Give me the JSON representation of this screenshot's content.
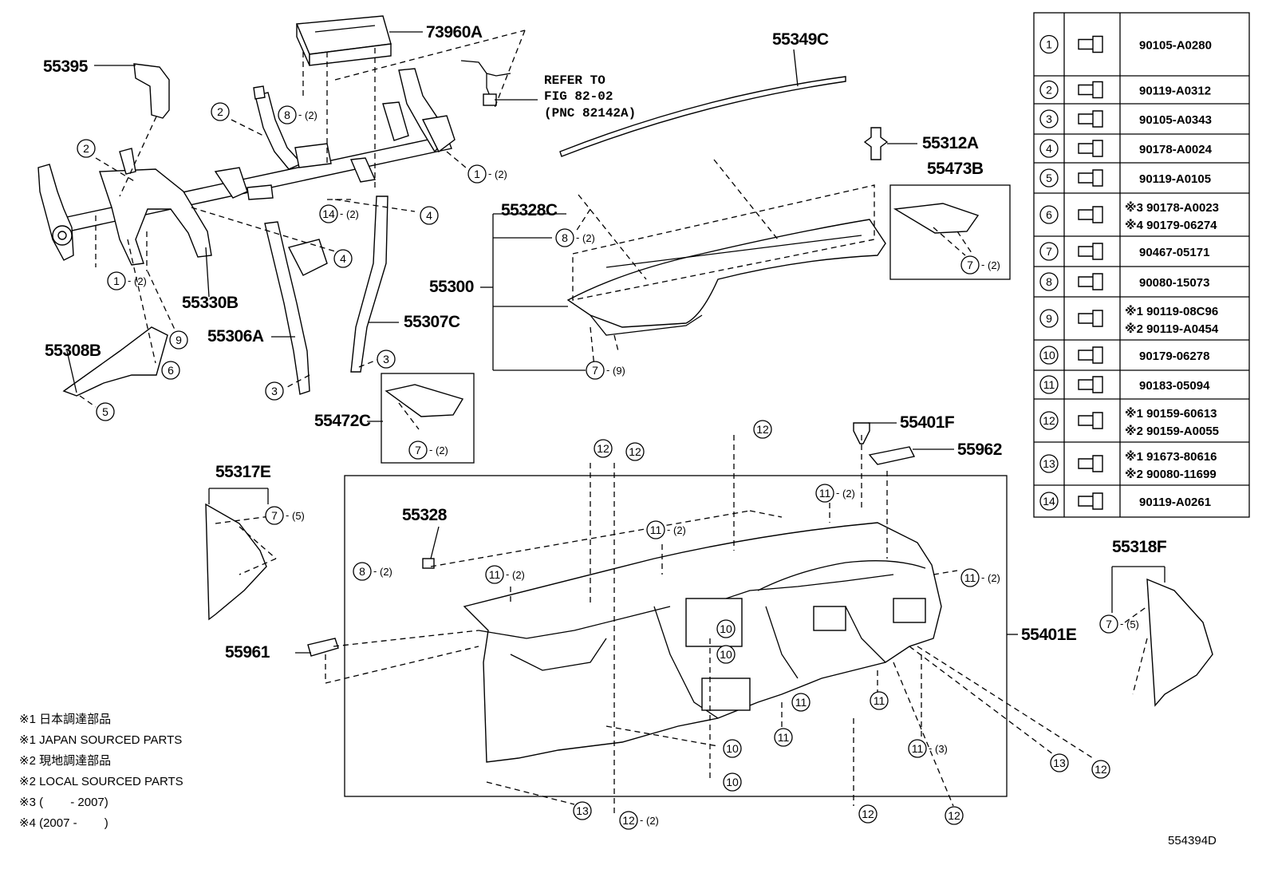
{
  "diagram_id": "554394D",
  "part_labels": {
    "p73960A": "73960A",
    "p55395": "55395",
    "p55349C": "55349C",
    "p55312A": "55312A",
    "p55473B": "55473B",
    "p55328C": "55328C",
    "p55300": "55300",
    "p55330B": "55330B",
    "p55306A": "55306A",
    "p55307C": "55307C",
    "p55308B": "55308B",
    "p55472C": "55472C",
    "p55401F": "55401F",
    "p55962": "55962",
    "p55317E": "55317E",
    "p55328": "55328",
    "p55401E": "55401E",
    "p55961": "55961",
    "p55318F": "55318F"
  },
  "refer": {
    "line1": "REFER TO",
    "line2": "FIG 82-02",
    "line3": "(PNC 82142A)"
  },
  "callouts": {
    "q2": "(2)",
    "q3": "(3)",
    "q5": "(5)",
    "q9": "(9)"
  },
  "fastener_table": [
    {
      "no": "1",
      "part": "90105-A0280"
    },
    {
      "no": "2",
      "part": "90119-A0312"
    },
    {
      "no": "3",
      "part": "90105-A0343"
    },
    {
      "no": "4",
      "part": "90178-A0024"
    },
    {
      "no": "5",
      "part": "90119-A0105"
    },
    {
      "no": "6",
      "part": "※3 90178-A0023",
      "part2": "※4 90179-06274"
    },
    {
      "no": "7",
      "part": "90467-05171"
    },
    {
      "no": "8",
      "part": "90080-15073"
    },
    {
      "no": "9",
      "part": "※1 90119-08C96",
      "part2": "※2 90119-A0454"
    },
    {
      "no": "10",
      "part": "90179-06278"
    },
    {
      "no": "11",
      "part": "90183-05094"
    },
    {
      "no": "12",
      "part": "※1 90159-60613",
      "part2": "※2 90159-A0055"
    },
    {
      "no": "13",
      "part": "※1 91673-80616",
      "part2": "※2 90080-11699"
    },
    {
      "no": "14",
      "part": "90119-A0261"
    }
  ],
  "notes": [
    "※1 日本調達部品",
    "※1 JAPAN SOURCED PARTS",
    "※2 現地調達部品",
    "※2 LOCAL SOURCED PARTS",
    "※3 (　　 - 2007)",
    "※4 (2007 - 　　)"
  ]
}
